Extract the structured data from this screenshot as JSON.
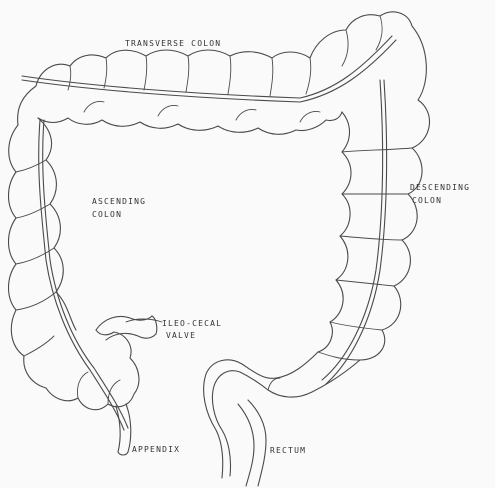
{
  "labels": {
    "transverse": "TRANSVERSE COLON",
    "ascending_1": "ASCENDING",
    "ascending_2": "COLON",
    "descending_1": "DESCENDING",
    "descending_2": "COLON",
    "ileocecal_1": "ILEO-CECAL",
    "ileocecal_2": "VALVE",
    "appendix": "APPENDIX",
    "rectum": "RECTUM"
  },
  "colors": {
    "background": "#fafafa",
    "ink": "#4a4a4a"
  }
}
